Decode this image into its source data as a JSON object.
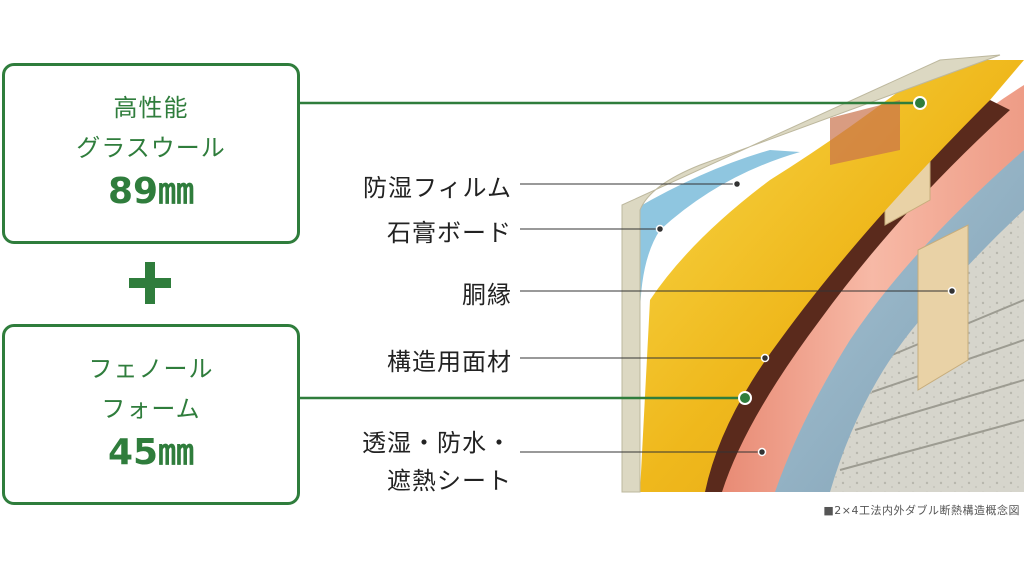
{
  "box_glasswool": {
    "line1": "高性能",
    "line2": "グラスウール",
    "value": "89㎜"
  },
  "plus_sign": "plus",
  "box_phenol": {
    "line1": "フェノール",
    "line2": "フォーム",
    "value": "45㎜"
  },
  "labels": {
    "film": "防湿フィルム",
    "gypsum": "石膏ボード",
    "furring": "胴縁",
    "sheathing": "構造用面材",
    "sheet_line1": "透湿・防水・",
    "sheet_line2": "遮熱シート"
  },
  "caption": "■2×4工法内外ダブル断熱構造概念図",
  "colors": {
    "accent": "#2f7d3c",
    "glasswool": "#f2c21f",
    "phenol_foam": "#f4a58f",
    "vapor_film": "#8fc6e0",
    "gypsum_board": "#dcd8c2",
    "sheathing": "#5a2a1c",
    "siding": "#d8d8d0"
  }
}
